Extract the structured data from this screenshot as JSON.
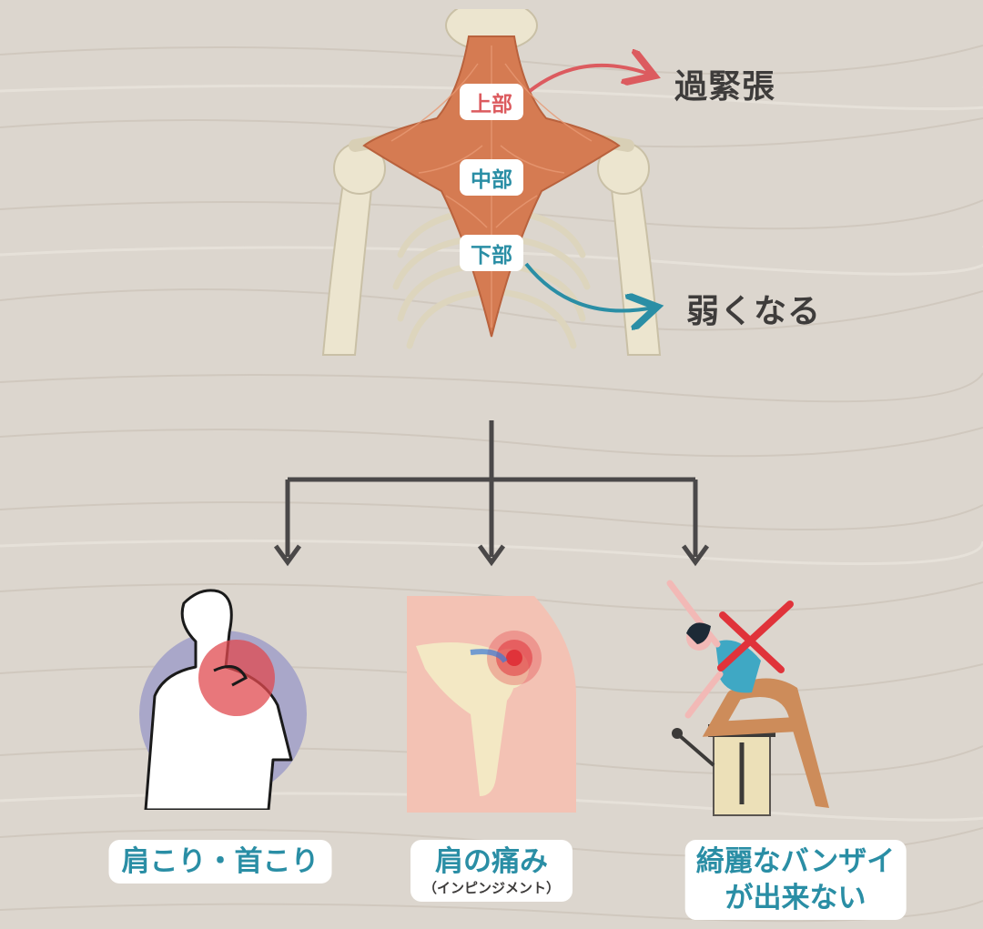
{
  "colors": {
    "tension": "#dc5b5f",
    "weak": "#2a8ea5",
    "dark_text": "#3e3c3b",
    "muscle": "#d57b52",
    "bone": "#ece5cf",
    "wood": "#dcd6ce"
  },
  "regions": [
    {
      "key": "upper",
      "label": "上部",
      "color": "#dc5b5f"
    },
    {
      "key": "middle",
      "label": "中部",
      "color": "#2a8ea5"
    },
    {
      "key": "lower",
      "label": "下部",
      "color": "#2a8ea5"
    }
  ],
  "outcomes": {
    "tension": "過緊張",
    "weak": "弱くなる"
  },
  "results": [
    {
      "key": "stiffness",
      "icon": "neck-pain-icon",
      "label": "肩こり・首こり",
      "sub": ""
    },
    {
      "key": "shoulder_pain",
      "icon": "shoulder-joint-icon",
      "label": "肩の痛み",
      "sub": "（インピンジメント）"
    },
    {
      "key": "overhead",
      "icon": "pilates-stretch-icon",
      "label_lines": [
        "綺麗なバンザイ",
        "が出来ない"
      ]
    }
  ]
}
